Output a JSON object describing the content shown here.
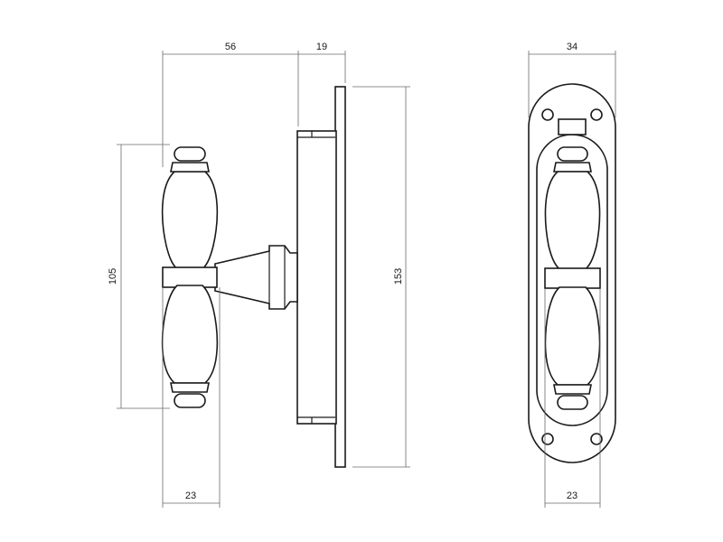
{
  "dimensions": {
    "side_width": "56",
    "side_depth": "19",
    "side_height": "105",
    "plate_height": "153",
    "side_grip": "23",
    "front_width": "34",
    "front_grip": "23"
  },
  "colors": {
    "line": "#1a1a1a",
    "dimension_line": "#6a6a6a",
    "background": "#ffffff"
  }
}
